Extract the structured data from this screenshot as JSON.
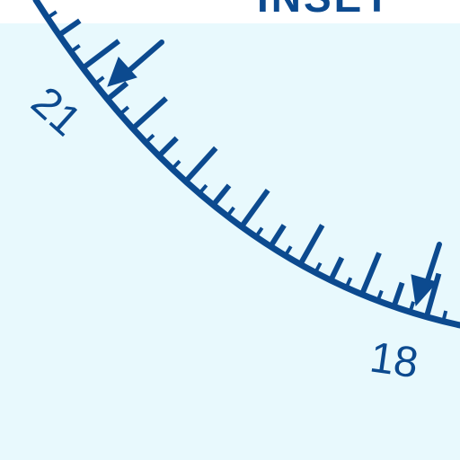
{
  "inset": {
    "label": "INSET"
  },
  "compass_rose": {
    "ring_color": "#0c4a8f",
    "background_color": "#e8f9fd",
    "labels": [
      "21",
      "18"
    ],
    "arrow_labels": [
      "21",
      "18"
    ]
  }
}
